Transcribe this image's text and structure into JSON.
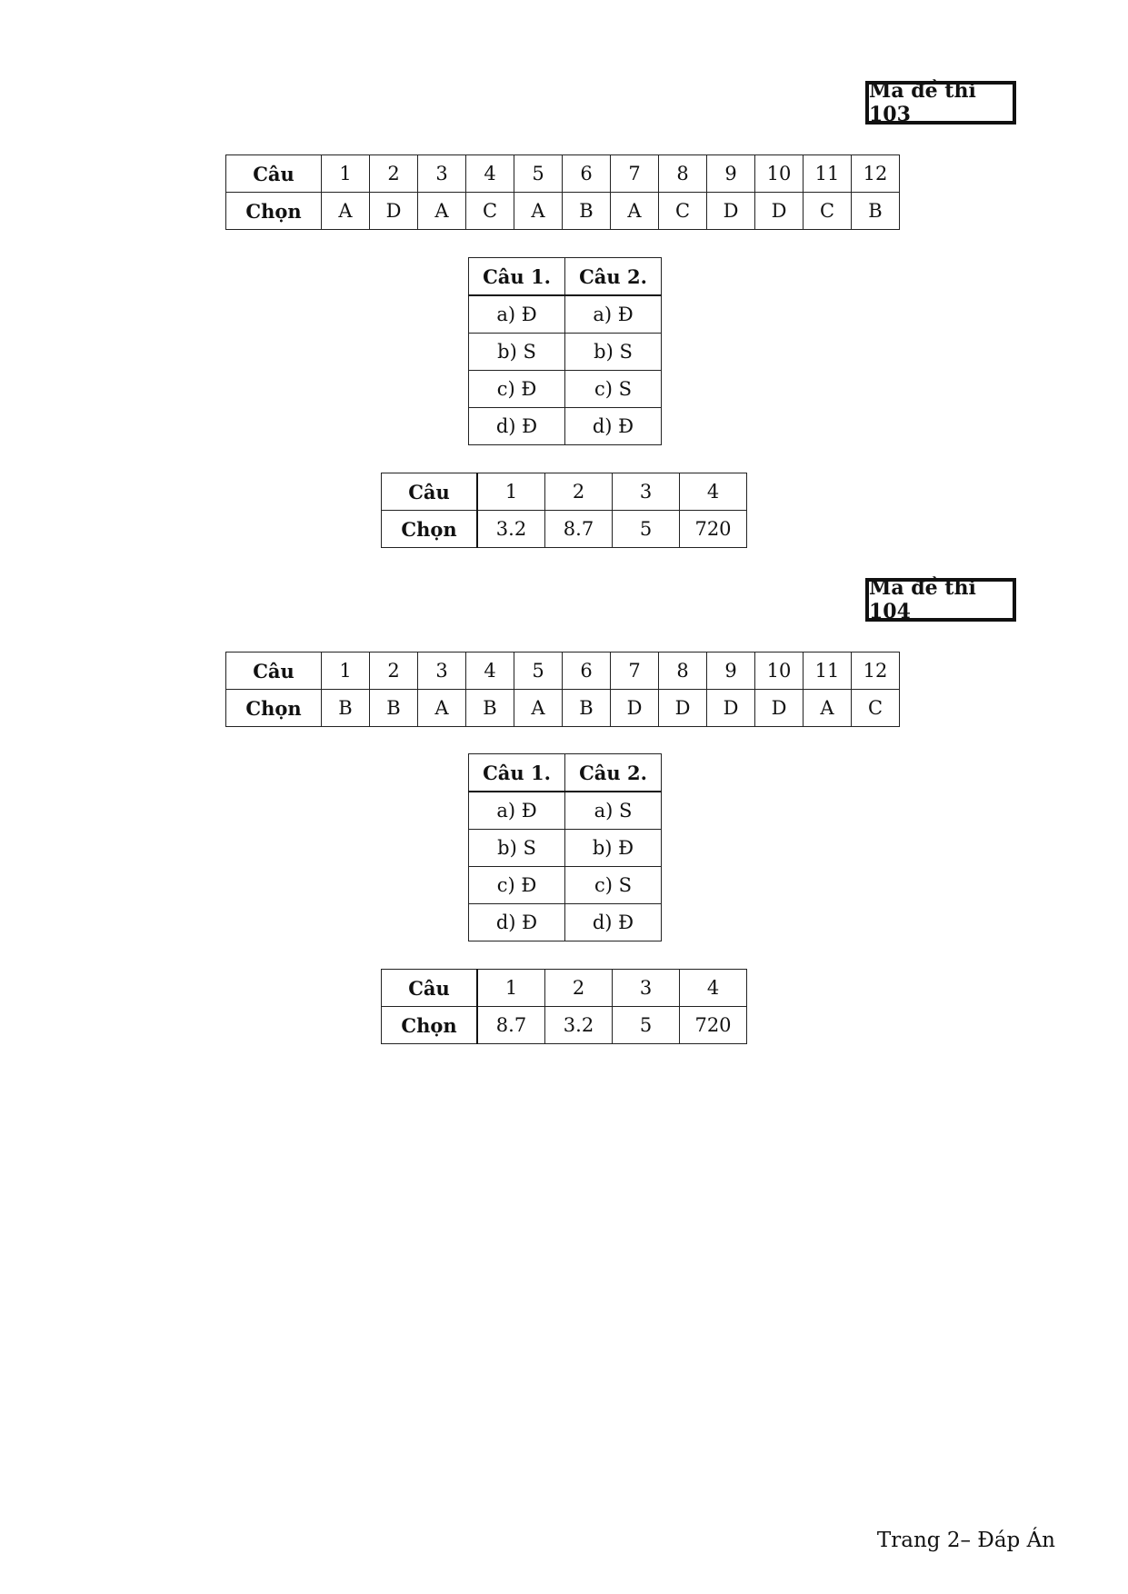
{
  "sections": [
    {
      "code": "Mã đề thi 103",
      "mc": {
        "header_label": "Câu",
        "answer_label": "Chọn",
        "numbers": [
          "1",
          "2",
          "3",
          "4",
          "5",
          "6",
          "7",
          "8",
          "9",
          "10",
          "11",
          "12"
        ],
        "answers": [
          "A",
          "D",
          "A",
          "C",
          "A",
          "B",
          "A",
          "C",
          "D",
          "D",
          "C",
          "B"
        ]
      },
      "tf": {
        "headers": [
          "Câu 1.",
          "Câu 2."
        ],
        "rows": [
          [
            "a) Đ",
            "a) Đ"
          ],
          [
            "b) S",
            "b) S"
          ],
          [
            "c) Đ",
            "c) S"
          ],
          [
            "d) Đ",
            "d) Đ"
          ]
        ]
      },
      "sa": {
        "header_label": "Câu",
        "answer_label": "Chọn",
        "numbers": [
          "1",
          "2",
          "3",
          "4"
        ],
        "answers": [
          "3.2",
          "8.7",
          "5",
          "720"
        ]
      }
    },
    {
      "code": "Mã đề thi 104",
      "mc": {
        "header_label": "Câu",
        "answer_label": "Chọn",
        "numbers": [
          "1",
          "2",
          "3",
          "4",
          "5",
          "6",
          "7",
          "8",
          "9",
          "10",
          "11",
          "12"
        ],
        "answers": [
          "B",
          "B",
          "A",
          "B",
          "A",
          "B",
          "D",
          "D",
          "D",
          "D",
          "A",
          "C"
        ]
      },
      "tf": {
        "headers": [
          "Câu 1.",
          "Câu 2."
        ],
        "rows": [
          [
            "a) Đ",
            "a) S"
          ],
          [
            "b) S",
            "b) Đ"
          ],
          [
            "c) Đ",
            "c) S"
          ],
          [
            "d) Đ",
            "d) Đ"
          ]
        ]
      },
      "sa": {
        "header_label": "Câu",
        "answer_label": "Chọn",
        "numbers": [
          "1",
          "2",
          "3",
          "4"
        ],
        "answers": [
          "8.7",
          "3.2",
          "5",
          "720"
        ]
      }
    }
  ],
  "footer": "Trang 2– Đáp Án"
}
